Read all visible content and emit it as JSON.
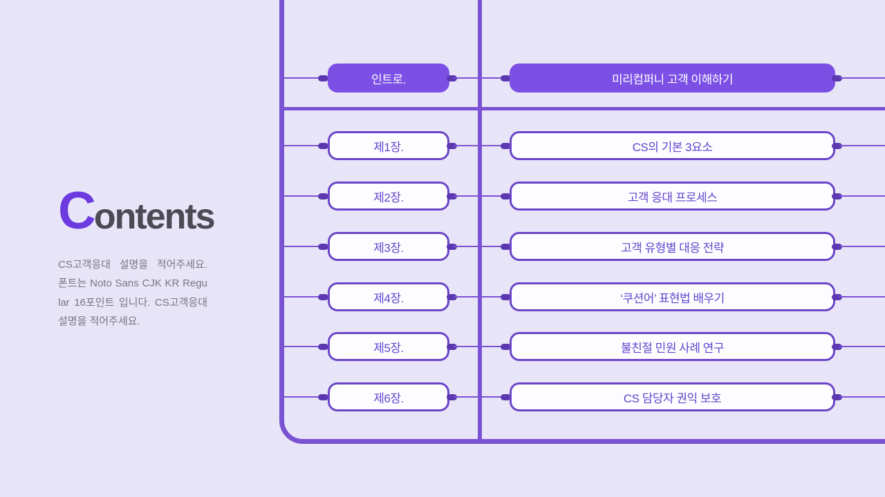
{
  "colors": {
    "background": "#e9e5f8",
    "accent_line": "#7a52d4",
    "connector_nub": "#5b38b0",
    "box_border": "#6a45c8",
    "box_fill_highlight": "#7c4fe5",
    "box_text": "#6144cf",
    "highlight_text": "#ffffff",
    "title_initial": "#6c3adf",
    "title_rest": "#4c4a54",
    "body_text": "#787580"
  },
  "sidebar": {
    "title": {
      "initial": "C",
      "rest": "ontents"
    },
    "description": "CS고객응대 설명을 적어주세요. 폰트는 Noto Sans CJK KR Regular 16포인트 입니다. CS고객응대 설명을 적어주세요."
  },
  "toc": {
    "rows": [
      {
        "label": "인트로.",
        "title": "미리컴퍼니 고객 이해하기",
        "highlighted": true
      },
      {
        "label": "제1장.",
        "title": "CS의 기본 3요소",
        "highlighted": false
      },
      {
        "label": "제2장.",
        "title": "고객 응대 프로세스",
        "highlighted": false
      },
      {
        "label": "제3장.",
        "title": "고객 유형별 대응 전략",
        "highlighted": false
      },
      {
        "label": "제4장.",
        "title": "‘쿠션어’ 표현법 배우기",
        "highlighted": false
      },
      {
        "label": "제5장.",
        "title": "불친절 민원 사례 연구",
        "highlighted": false
      },
      {
        "label": "제6장.",
        "title": "CS 담당자 권익 보호",
        "highlighted": false
      }
    ]
  }
}
